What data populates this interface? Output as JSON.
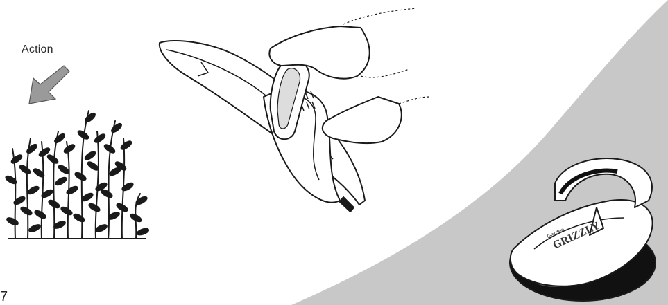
{
  "labels": {
    "action": "Action",
    "page_number": "7"
  },
  "illustrations": {
    "arrow": "down-left-arrow-icon",
    "hedge": "hedge-shrub-icon",
    "trimmer_in_use": "hedge-trimmer-in-hands-icon",
    "product": "hedge-trimmer-product-icon"
  },
  "product": {
    "brand_text": "GRIZZLY",
    "sub_text": "Garden"
  },
  "colors": {
    "background": "#ffffff",
    "swoosh": "#c8c8c8",
    "ink": "#1a1a1a",
    "arrow_fill": "#9a9a9a"
  }
}
